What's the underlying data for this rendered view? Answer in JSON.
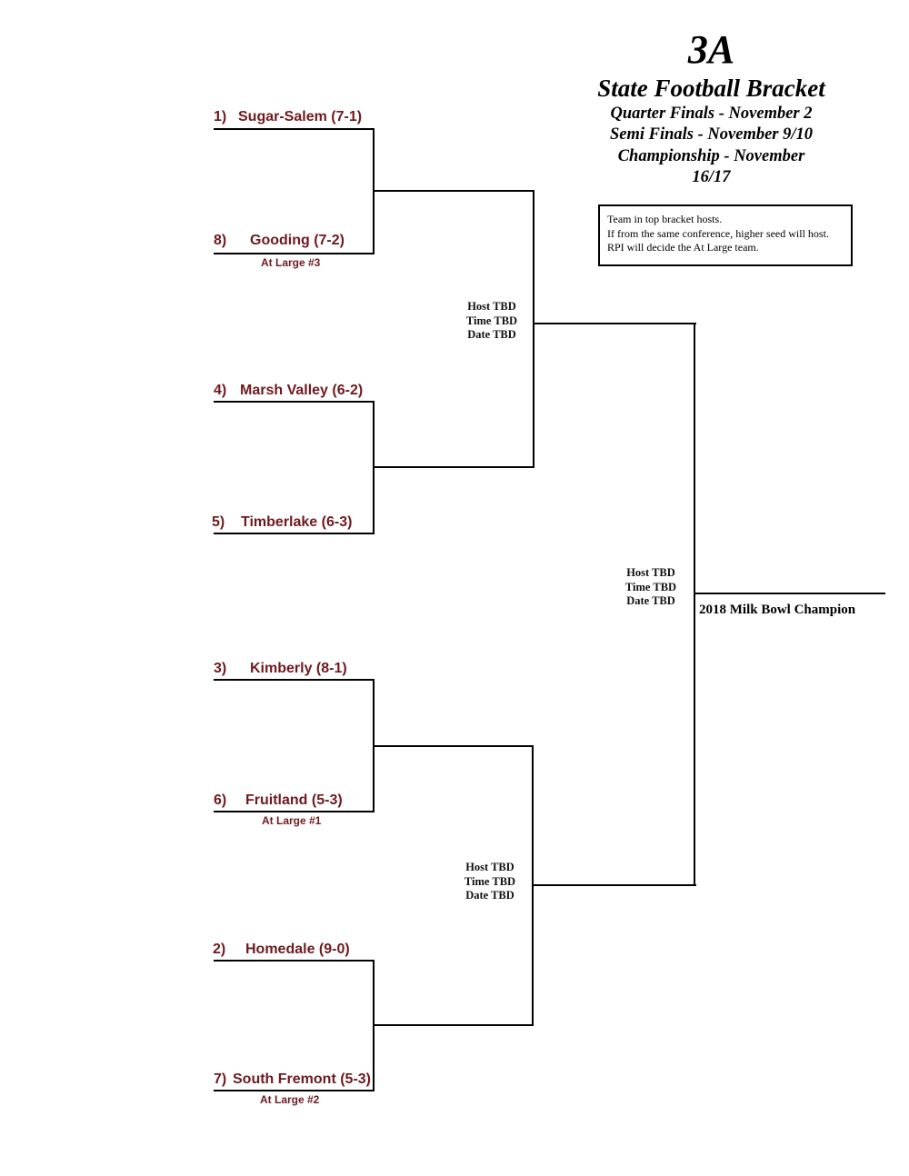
{
  "title": {
    "class": "3A",
    "main": "State Football Bracket",
    "quarter_finals": "Quarter Finals - November 2",
    "semi_finals": "Semi Finals - November 9/10",
    "championship_line1": "Championship - November",
    "championship_line2": "16/17"
  },
  "notes": [
    "Team in top bracket hosts.",
    "If from the same conference, higher seed will host.",
    "RPI will decide the At Large team."
  ],
  "teams": [
    {
      "seed": "1)",
      "name": "Sugar-Salem (7-1)"
    },
    {
      "seed": "8)",
      "name": "Gooding (7-2)",
      "note": "At Large #3"
    },
    {
      "seed": "4)",
      "name": "Marsh Valley (6-2)"
    },
    {
      "seed": "5)",
      "name": "Timberlake (6-3)"
    },
    {
      "seed": "3)",
      "name": "Kimberly (8-1)"
    },
    {
      "seed": "6)",
      "name": "Fruitland (5-3)",
      "note": "At Large #1"
    },
    {
      "seed": "2)",
      "name": "Homedale (9-0)"
    },
    {
      "seed": "7)",
      "name": "South Fremont (5-3)",
      "note": "At Large #2"
    }
  ],
  "semifinal_top": {
    "host": "Host TBD",
    "time": "Time TBD",
    "date": "Date TBD"
  },
  "semifinal_bottom": {
    "host": "Host TBD",
    "time": "Time TBD",
    "date": "Date TBD"
  },
  "championship": {
    "host": "Host TBD",
    "time": "Time TBD",
    "date": "Date TBD"
  },
  "champion_label": "2018 Milk Bowl Champion"
}
